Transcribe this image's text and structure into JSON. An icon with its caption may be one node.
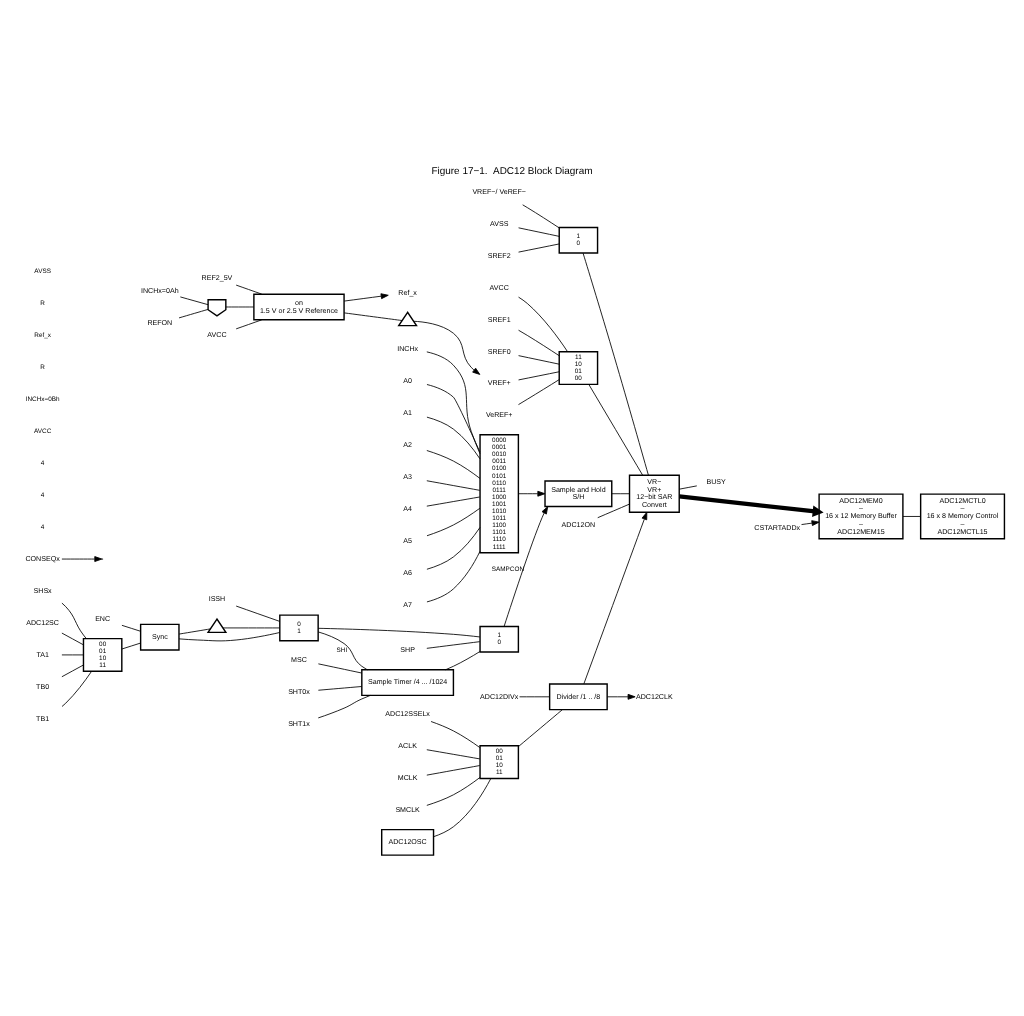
{
  "diagram": {
    "title": "Figure 17−1.  ADC12 Block Diagram",
    "nodes": [
      {
        "text": [
          "VeREF+"
        ]
      },
      {
        "text": [
          "VREF+"
        ]
      },
      {
        "text": [
          "VREF−/ VeREF−"
        ]
      },
      {
        "text": [
          "REF2_5V"
        ]
      },
      {
        "text": [],
        "shape": "gate"
      },
      {
        "text": [
          "REFON"
        ]
      },
      {
        "text": [
          "INCHx=0Ah"
        ]
      },
      {
        "text": [],
        "shape": "triangle"
      },
      {
        "text": [
          "on",
          "1.5 V or 2.5 V Reference"
        ]
      },
      {
        "text": [
          "AVCC"
        ]
      },
      {
        "text": [
          "Ref_x"
        ]
      },
      {
        "text": [
          "AVCC"
        ]
      },
      {
        "text": [
          "11",
          "10",
          "01",
          "00"
        ]
      },
      {
        "text": [
          "SREF1"
        ]
      },
      {
        "text": [
          "SREF0"
        ]
      },
      {
        "text": [
          "INCHx"
        ]
      },
      {
        "text": [
          "AVSS"
        ]
      },
      {
        "text": [
          "SREF2"
        ]
      },
      {
        "text": [
          "1",
          "0"
        ]
      },
      {
        "text": [
          "ADC12ON"
        ]
      },
      {
        "text": [
          "ADC12OSC"
        ]
      },
      {
        "text": [
          "ADC12SSELx"
        ]
      },
      {
        "text": [
          "ADC12DIVx"
        ]
      },
      {
        "text": [
          "A0"
        ]
      },
      {
        "text": [
          "A1"
        ]
      },
      {
        "text": [
          "A2"
        ]
      },
      {
        "text": [
          "A3"
        ]
      },
      {
        "text": [
          "A4"
        ]
      },
      {
        "text": [
          "A5"
        ]
      },
      {
        "text": [
          "A6"
        ]
      },
      {
        "text": [
          "A7"
        ]
      },
      {
        "text": [
          "0000",
          "0001",
          "0010",
          "0011",
          "0100",
          "0101",
          "0110",
          "0111",
          "1000",
          "1001",
          "1010",
          "1011",
          "1100",
          "1101",
          "1110",
          "1111"
        ]
      },
      {
        "text": [
          "Sample and Hold",
          "S/H"
        ]
      },
      {
        "text": [
          "VR−",
          "VR+",
          "12−bit SAR",
          "Convert"
        ]
      },
      {
        "text": [
          "BUSY"
        ]
      },
      {
        "text": [
          "Divider /1 .. /8"
        ]
      },
      {
        "text": [
          "ADC12CLK"
        ]
      },
      {
        "text": [
          "00",
          "01",
          "10",
          "11"
        ]
      },
      {
        "text": [
          "ACLK"
        ]
      },
      {
        "text": [
          "MCLK"
        ]
      },
      {
        "text": [
          "SMCLK"
        ]
      },
      {
        "text": [
          "SHP"
        ]
      },
      {
        "text": [
          "1",
          "0"
        ]
      },
      {
        "text": [
          "SHT0x"
        ]
      },
      {
        "text": [
          "Sample Timer /4 ... /1024"
        ]
      },
      {
        "text": [
          "SHT1x"
        ]
      },
      {
        "text": [
          "MSC"
        ]
      },
      {
        "text": [
          "ISSH"
        ]
      },
      {
        "text": [
          "0",
          "1"
        ]
      },
      {
        "text": [],
        "shape": "triangle"
      },
      {
        "text": [
          "ENC"
        ]
      },
      {
        "text": [
          "Sync"
        ]
      },
      {
        "text": [
          "SHSx"
        ]
      },
      {
        "text": [
          "00",
          "01",
          "10",
          "11"
        ]
      },
      {
        "text": [
          "ADC12SC"
        ]
      },
      {
        "text": [
          "TA1"
        ]
      },
      {
        "text": [
          "TB0"
        ]
      },
      {
        "text": [
          "TB1"
        ]
      },
      {
        "text": [
          "CSTARTADDx"
        ]
      },
      {
        "text": [
          "CONSEQx"
        ]
      },
      {
        "text": [
          "ADC12MEM0",
          "–",
          "16 x 12 Memory Buffer",
          "–",
          "ADC12MEM15"
        ]
      },
      {
        "text": [
          "ADC12MCTL0",
          "–",
          "16 x 8 Memory Control",
          "–",
          "ADC12MCTL15"
        ]
      }
    ],
    "edges": [
      {
        "from": 0,
        "to": 12,
        "arrow": "none"
      },
      {
        "from": 8,
        "to": 7,
        "arrow": "none"
      },
      {
        "from": 7,
        "to": 1,
        "arrow": "to"
      },
      {
        "from": 8,
        "to": 10,
        "arrow": "to"
      },
      {
        "from": 3,
        "to": 8,
        "arrow": "none"
      },
      {
        "from": 4,
        "to": 8,
        "arrow": "none"
      },
      {
        "from": 5,
        "to": 4,
        "arrow": "none"
      },
      {
        "from": 6,
        "to": 4,
        "arrow": "none"
      },
      {
        "from": 9,
        "to": 8,
        "arrow": "none"
      },
      {
        "from": 1,
        "to": 12,
        "arrow": "none"
      },
      {
        "from": 11,
        "to": 12,
        "arrow": "none"
      },
      {
        "from": 13,
        "to": 12,
        "arrow": "none"
      },
      {
        "from": 14,
        "to": 12,
        "arrow": "none"
      },
      {
        "from": 2,
        "to": 18,
        "arrow": "none"
      },
      {
        "from": 16,
        "to": 18,
        "arrow": "none"
      },
      {
        "from": 17,
        "to": 18,
        "arrow": "none"
      },
      {
        "from": 12,
        "to": 33,
        "arrow": "none"
      },
      {
        "from": 18,
        "to": 33,
        "arrow": "none"
      },
      {
        "from": 15,
        "to": 31,
        "arrow": "none"
      },
      {
        "from": 23,
        "to": 31,
        "arrow": "none"
      },
      {
        "from": 24,
        "to": 31,
        "arrow": "none"
      },
      {
        "from": 25,
        "to": 31,
        "arrow": "none"
      },
      {
        "from": 26,
        "to": 31,
        "arrow": "none"
      },
      {
        "from": 27,
        "to": 31,
        "arrow": "none"
      },
      {
        "from": 28,
        "to": 31,
        "arrow": "none"
      },
      {
        "from": 29,
        "to": 31,
        "arrow": "none"
      },
      {
        "from": 30,
        "to": 31,
        "arrow": "none"
      },
      {
        "from": 31,
        "to": 32,
        "arrow": "to"
      },
      {
        "from": 32,
        "to": 33,
        "arrow": "none"
      },
      {
        "from": 19,
        "to": 33,
        "arrow": "none"
      },
      {
        "from": 33,
        "to": 34,
        "arrow": "none"
      },
      {
        "from": 35,
        "to": 33,
        "arrow": "to"
      },
      {
        "from": 35,
        "to": 36,
        "arrow": "to"
      },
      {
        "from": 22,
        "to": 35,
        "arrow": "none"
      },
      {
        "from": 37,
        "to": 35,
        "arrow": "none"
      },
      {
        "from": 21,
        "to": 37,
        "arrow": "none"
      },
      {
        "from": 20,
        "to": 37,
        "arrow": "none"
      },
      {
        "from": 38,
        "to": 37,
        "arrow": "none"
      },
      {
        "from": 39,
        "to": 37,
        "arrow": "none"
      },
      {
        "from": 40,
        "to": 37,
        "arrow": "none"
      },
      {
        "from": 41,
        "to": 42,
        "arrow": "none"
      },
      {
        "from": 42,
        "to": 32,
        "arrow": "to",
        "label": "SAMPCON"
      },
      {
        "from": 44,
        "to": 42,
        "arrow": "none"
      },
      {
        "from": 43,
        "to": 44,
        "arrow": "none"
      },
      {
        "from": 45,
        "to": 44,
        "arrow": "none"
      },
      {
        "from": 46,
        "to": 44,
        "arrow": "none"
      },
      {
        "from": 48,
        "to": 44,
        "arrow": "none",
        "label": "SHI"
      },
      {
        "from": 48,
        "to": 42,
        "arrow": "none"
      },
      {
        "from": 47,
        "to": 48,
        "arrow": "none"
      },
      {
        "from": 51,
        "to": 48,
        "arrow": "none"
      },
      {
        "from": 51,
        "to": 49,
        "arrow": "none"
      },
      {
        "from": 49,
        "to": 48,
        "arrow": "none"
      },
      {
        "from": 50,
        "to": 51,
        "arrow": "none"
      },
      {
        "from": 53,
        "to": 51,
        "arrow": "none"
      },
      {
        "from": 52,
        "to": 53,
        "arrow": "none"
      },
      {
        "from": 54,
        "to": 53,
        "arrow": "none"
      },
      {
        "from": 55,
        "to": 53,
        "arrow": "none"
      },
      {
        "from": 56,
        "to": 53,
        "arrow": "none"
      },
      {
        "from": 57,
        "to": 53,
        "arrow": "none"
      },
      {
        "from": 58,
        "to": 60,
        "arrow": "to"
      },
      {
        "from": 33,
        "to": 60,
        "arrow": "to",
        "style": "thick"
      },
      {
        "from": 60,
        "to": 61,
        "arrow": "none"
      },
      {
        "from": 59,
        "to": null,
        "arrow": "to"
      }
    ],
    "labels": [
      "4",
      "4",
      "4",
      "AVCC",
      "INCHx=0Bh",
      "R",
      "Ref_x",
      "R",
      "AVSS"
    ]
  }
}
